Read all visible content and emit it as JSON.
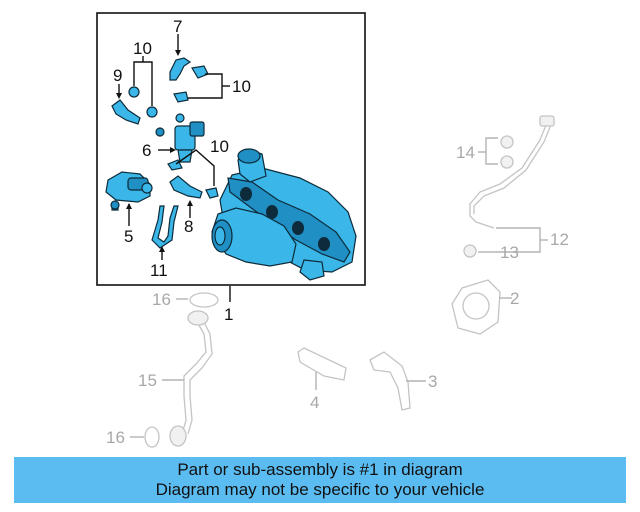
{
  "callouts": {
    "c1": "1",
    "c2": "2",
    "c3": "3",
    "c4": "4",
    "c5": "5",
    "c6": "6",
    "c7": "7",
    "c8": "8",
    "c9": "9",
    "c10a": "10",
    "c10b": "10",
    "c10c": "10",
    "c11": "11",
    "c12": "12",
    "c13": "13",
    "c14": "14",
    "c15": "15",
    "c16a": "16",
    "c16b": "16"
  },
  "banner": {
    "line1": "Part or sub-assembly is #1 in diagram",
    "line2": "Diagram may not be specific to your vehicle"
  },
  "colors": {
    "highlight": "#3bb6e8",
    "banner": "#5bbcf2",
    "ghost": "#c4c4c4"
  }
}
